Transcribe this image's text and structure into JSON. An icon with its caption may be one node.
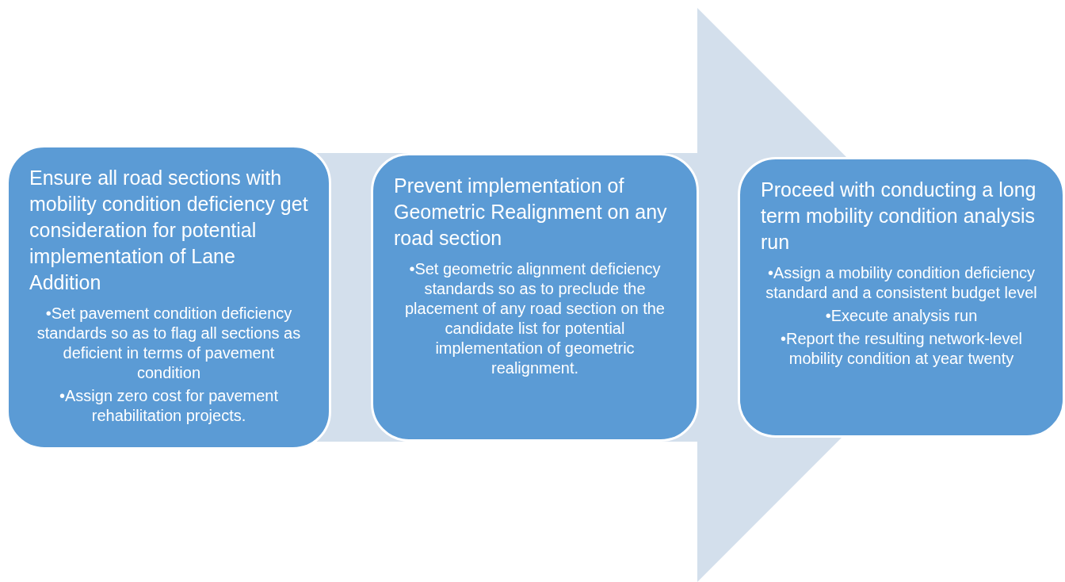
{
  "diagram": {
    "nodes": [
      {
        "text": [
          "Ensure all road sections with mobility condition deficiency get consideration for potential implementation of Lane Addition",
          "•Set pavement condition deficiency standards so as to flag all sections as deficient in terms of pavement condition",
          "•Assign zero cost for pavement rehabilitation projects."
        ]
      },
      {
        "text": [
          "Prevent implementation of Geometric Realignment on any road section",
          "•Set geometric alignment deficiency standards so as to preclude the placement of any road section on the candidate list for potential implementation of geometric realignment."
        ]
      },
      {
        "text": [
          "Proceed with conducting a long term mobility condition analysis run",
          "•Assign a mobility condition deficiency standard and a consistent budget level",
          "•Execute analysis run",
          "•Report the resulting network-level mobility condition at year twenty"
        ]
      }
    ],
    "edges": [
      {
        "from": 0,
        "to": 2,
        "arrow": "to"
      }
    ]
  }
}
